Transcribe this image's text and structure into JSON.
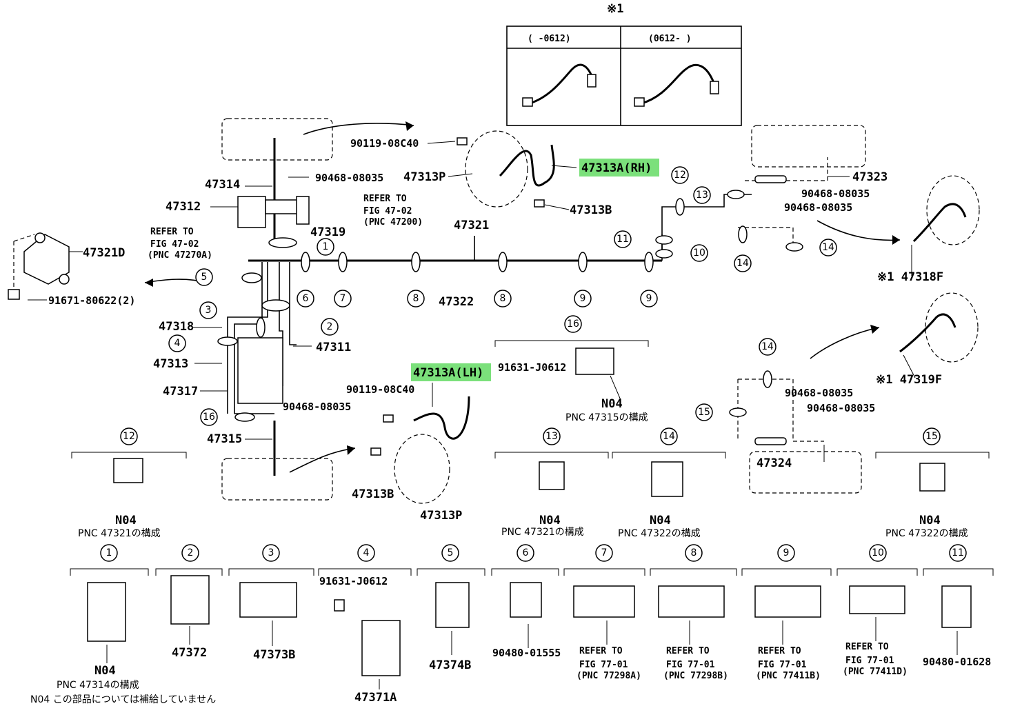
{
  "hose_table": {
    "ref_mark": "※1",
    "col1": "(      -0612)",
    "col2": "(0612-      )"
  },
  "labels": {
    "p90119_top": "90119-08C40",
    "p90468_a": "90468-08035",
    "p47313P_top": "47313P",
    "p47313A_rh": "47313A(RH)",
    "p47314": "47314",
    "p47312": "47312",
    "refer1_a": "REFER TO",
    "refer1_b": "FIG 47-02",
    "refer1_c": "(PNC 47200)",
    "refer2_a": "REFER TO",
    "refer2_b": "FIG 47-02",
    "refer2_c": "(PNC 47270A)",
    "p47319": "47319",
    "p47321": "47321",
    "p47313B_top": "47313B",
    "p47321D": "47321D",
    "p91671": "91671-80622(2)",
    "p47322": "47322",
    "p47318": "47318",
    "p47311": "47311",
    "p47313": "47313",
    "p47317": "47317",
    "p47315": "47315",
    "p90468_b": "90468-08035",
    "p47313A_lh": "47313A(LH)",
    "p90119_bot": "90119-08C40",
    "p91631_a": "91631-J0612",
    "n04_16": "N04",
    "pnc47315": "PNC 47315の構成",
    "p47313B_bot": "47313B",
    "p47313P_bot": "47313P",
    "p47323": "47323",
    "p90468_c": "90468-08035",
    "p90468_d": "90468-08035",
    "p47318F": "※1 47318F",
    "p47319F": "※1 47319F",
    "p90468_e": "90468-08035",
    "p90468_f": "90468-08035",
    "p47324": "47324",
    "n04_12": "N04",
    "pnc47321_12": "PNC 47321の構成",
    "n04_13": "N04",
    "pnc47321_13": "PNC 47321の構成",
    "n04_14": "N04",
    "pnc47322_14": "PNC 47322の構成",
    "n04_15": "N04",
    "pnc47322_15": "PNC 47322の構成",
    "p47372": "47372",
    "p47373B": "47373B",
    "p91631_b": "91631-J0612",
    "p47371A": "47371A",
    "p47374B": "47374B",
    "p90480_01555": "90480-01555",
    "ref7_a": "REFER TO",
    "ref7_b": "FIG 77-01",
    "ref7_c": "(PNC 77298A)",
    "ref8_a": "REFER TO",
    "ref8_b": "FIG 77-01",
    "ref8_c": "(PNC 77298B)",
    "ref9_a": "REFER TO",
    "ref9_b": "FIG 77-01",
    "ref9_c": "(PNC 77411B)",
    "ref10_a": "REFER TO",
    "ref10_b": "FIG 77-01",
    "ref10_c": "(PNC 77411D)",
    "p90480_01628": "90480-01628",
    "n04_1": "N04",
    "pnc47314": "PNC 47314の構成",
    "note": "N04 この部品については補給していません"
  },
  "callouts": [
    "1",
    "2",
    "3",
    "4",
    "5",
    "6",
    "7",
    "8",
    "9",
    "10",
    "11",
    "12",
    "13",
    "14",
    "15",
    "16"
  ],
  "highlight_color": "#7be07b"
}
